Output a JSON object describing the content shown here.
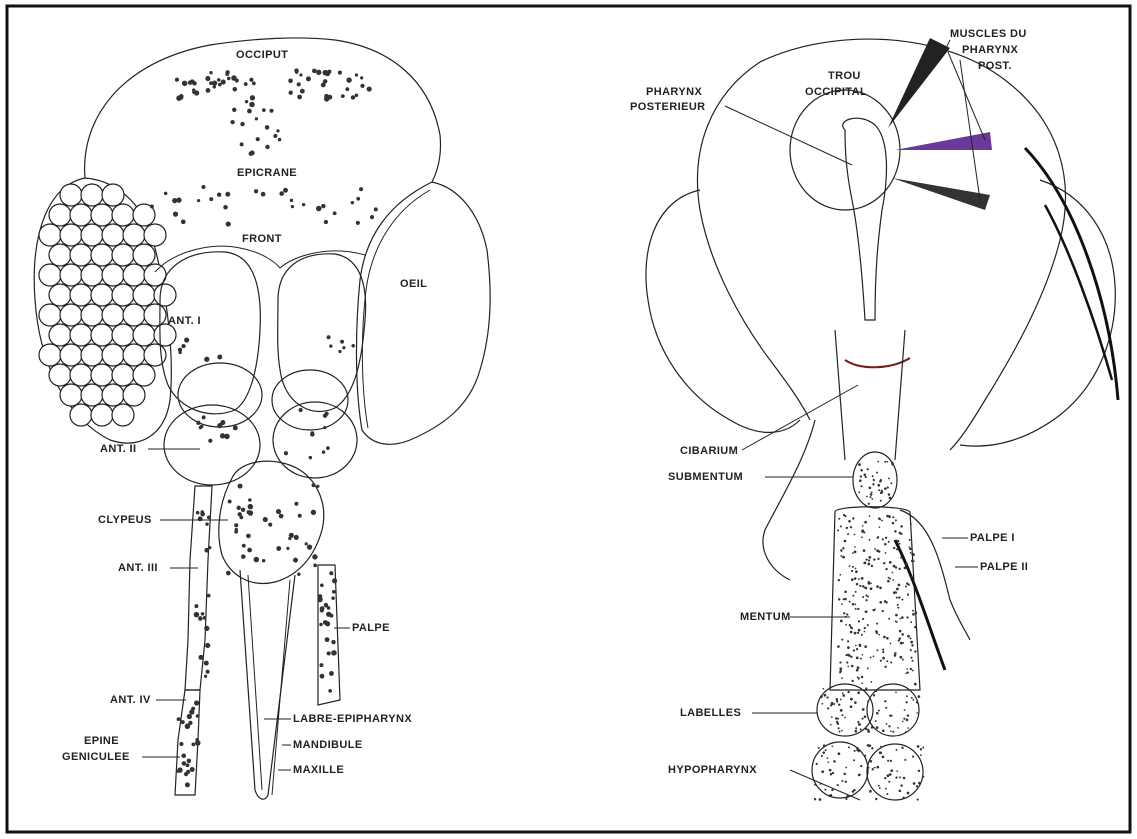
{
  "left_figure": {
    "occiput": "OCCIPUT",
    "epicrane": "EPICRANE",
    "front": "FRONT",
    "oeil": "OEIL",
    "ant1": "ANT. I",
    "ant2": "ANT. II",
    "clypeus": "CLYPEUS",
    "ant3": "ANT. III",
    "palpe": "PALPE",
    "ant4": "ANT. IV",
    "epine1": "EPINE",
    "epine2": "GENICULEE",
    "labre": "LABRE-EPIPHARYNX",
    "mandibule": "MANDIBULE",
    "maxille": "MAXILLE"
  },
  "right_figure": {
    "muscles1": "MUSCLES DU",
    "muscles2": "PHARYNX",
    "muscles3": "POST.",
    "pharynx1": "PHARYNX",
    "pharynx2": "POSTERIEUR",
    "trou1": "TROU",
    "trou2": "OCCIPITAL",
    "cibarium": "CIBARIUM",
    "submentum": "SUBMENTUM",
    "palpe1": "PALPE I",
    "palpe2": "PALPE II",
    "mentum": "MENTUM",
    "labelles": "LABELLES",
    "hypopharynx": "HYPOPHARYNX"
  },
  "colors": {
    "ink": "#222222",
    "stipple": "#333333",
    "muscle_accent": "#6a3a9a"
  }
}
